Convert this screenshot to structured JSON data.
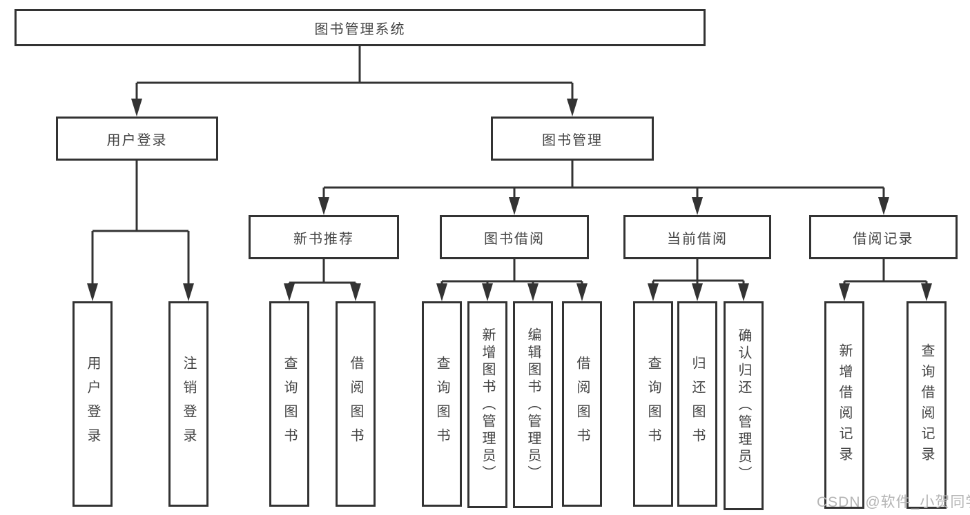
{
  "tree": {
    "root": "图书管理系统",
    "branches": [
      {
        "label": "用户登录",
        "leaves": [
          "用户登录",
          "注销登录"
        ]
      },
      {
        "label": "图书管理",
        "groups": [
          {
            "label": "新书推荐",
            "leaves": [
              "查询图书",
              "借阅图书"
            ]
          },
          {
            "label": "图书借阅",
            "leaves": [
              "查询图书",
              "新增图书（管理员）",
              "编辑图书（管理员）",
              "借阅图书"
            ]
          },
          {
            "label": "当前借阅",
            "leaves": [
              "查询图书",
              "归还图书",
              "确认归还（管理员）"
            ]
          },
          {
            "label": "借阅记录",
            "leaves": [
              "新增借阅记录",
              "查询借阅记录"
            ]
          }
        ]
      }
    ]
  },
  "watermark": "CSDN @软件_小贺同学",
  "colors": {
    "line": "#333333",
    "text": "#434343",
    "background": "#ffffff",
    "watermark": "#b5b5b5"
  }
}
